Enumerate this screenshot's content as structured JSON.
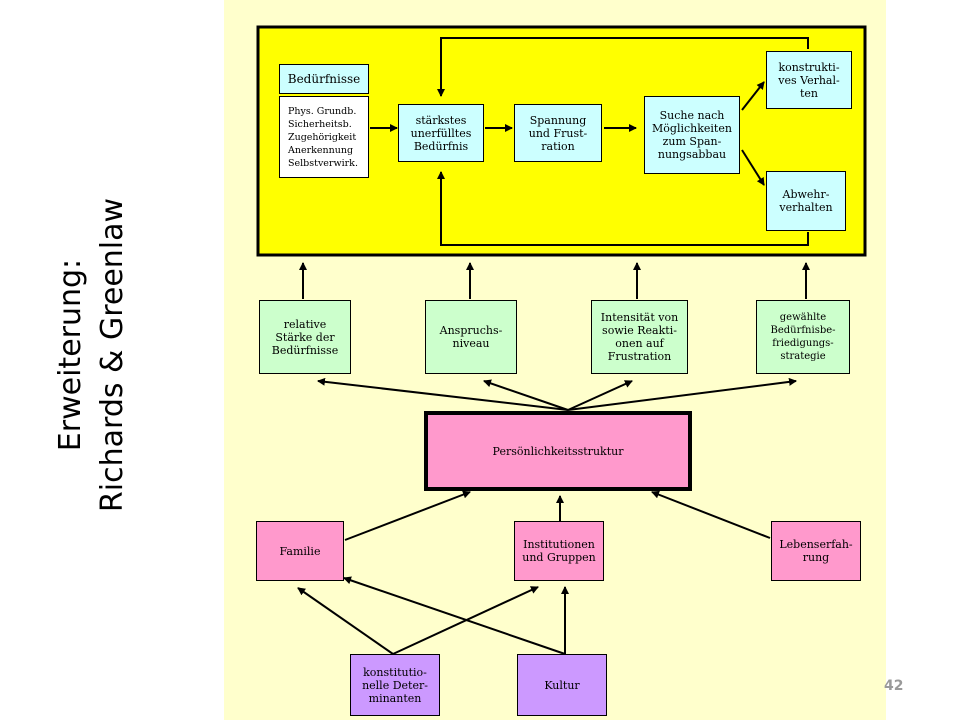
{
  "title": {
    "line1": "Erweiterung:",
    "line2": "Richards & Greenlaw"
  },
  "boxes": {
    "beduerfnisse_header": "Bedürfnisse",
    "beduerfnisse_list": "Phys. Grundb.\nSicherheitsb.\nZugehörigkeit\nAnerkennung\nSelbstverwirk.",
    "staerkstes": "stärkstes\nunerfülltes\nBedürfnis",
    "spannung": "Spannung\nund Frust-\nration",
    "suche": "Suche nach\nMöglichkeiten\nzum Span-\nnungsabbau",
    "konstruktiv": "konstrukti-\nves Verhal-\nten",
    "abwehr": "Abwehr-\nverhalten",
    "relative": "relative\nStärke der\nBedürfnisse",
    "anspruch": "Anspruchs-\nniveau",
    "intensitaet": "Intensität von\nsowie Reakti-\nonen auf\nFrustration",
    "gewaehlte": "gewählte\nBedürfnisbe-\nfriedigungs-\nstrategie",
    "persoenlichkeit": "Persönlichkeitsstruktur",
    "familie": "Familie",
    "institutionen": "Institutionen\nund Gruppen",
    "lebenserfahrung": "Lebenserfah-\nrung",
    "konstitution": "konstitutio-\nnelle Deter-\nminanten",
    "kultur": "Kultur"
  },
  "colors": {
    "panel": "#ffffcc",
    "yellow_frame": "#ffff00",
    "cyan": "#ccffff",
    "green": "#ccffcc",
    "pink": "#ff99cc",
    "purple": "#cc99ff"
  },
  "page_number": "42"
}
